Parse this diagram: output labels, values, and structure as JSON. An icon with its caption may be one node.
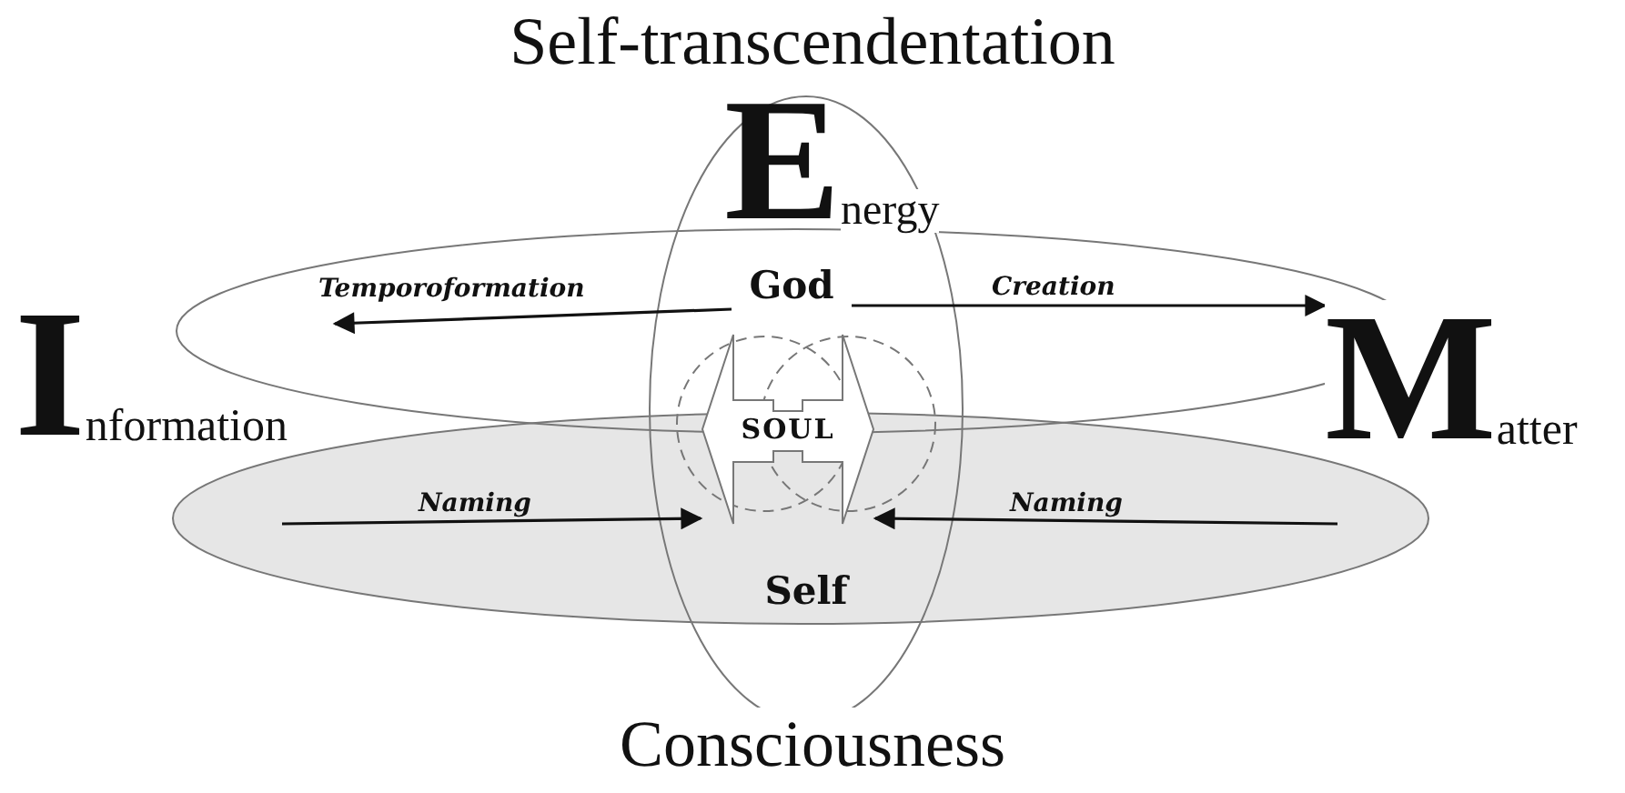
{
  "diagram": {
    "nodes": [
      {
        "text": [
          "Energy"
        ]
      },
      {
        "text": [
          "Information"
        ]
      },
      {
        "text": [
          "God"
        ]
      },
      {
        "text": [
          "SOUL"
        ]
      },
      {
        "text": [
          "Self"
        ]
      },
      {
        "text": [
          "Matter"
        ]
      }
    ],
    "edges": [
      {
        "from": 2,
        "to": 1,
        "label": "Temporoformation",
        "arrow": "to"
      },
      {
        "from": 2,
        "to": 5,
        "label": "Creation",
        "arrow": "to"
      },
      {
        "from": null,
        "to": 3,
        "label": "Naming",
        "arrow": "to"
      },
      {
        "from": null,
        "to": 3,
        "label": "Naming",
        "arrow": "to"
      }
    ],
    "labels": [
      "Self-transcendentation",
      "Consciousness"
    ]
  }
}
